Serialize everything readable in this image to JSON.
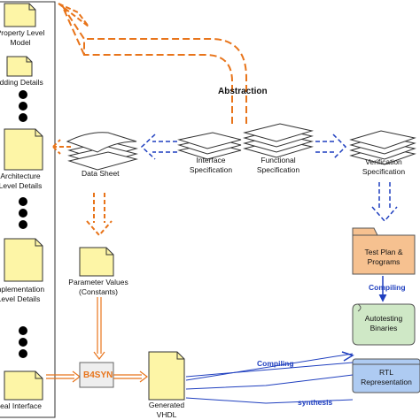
{
  "left_column": {
    "items": [
      {
        "label_lines": [
          "Property Level",
          "Model"
        ]
      },
      {
        "label_lines": [
          "Adding Details"
        ]
      },
      {
        "label_lines": [
          "Architecture",
          "Level Details"
        ]
      },
      {
        "label_lines": [
          "Implementation",
          "Level Details"
        ]
      },
      {
        "label_lines": [
          "Real Interface"
        ]
      }
    ]
  },
  "documents": {
    "data_sheet": "Data Sheet",
    "interface_spec": [
      "Interface",
      "Specification"
    ],
    "functional_spec": [
      "Functional",
      "Specification"
    ],
    "verification_spec": [
      "Verification",
      "Specification"
    ],
    "parameter_values": [
      "Parameter Values",
      "(Constants)"
    ],
    "generated_vhdl": [
      "Generated",
      "VHDL"
    ]
  },
  "tools": {
    "b4syn": "B4SYN"
  },
  "right_column": {
    "test_plan": [
      "Test Plan &",
      "Programs"
    ],
    "compiling_top": "Compiling",
    "autotesting": [
      "Autotesting",
      "Binaries"
    ],
    "rtl": [
      "RTL",
      "Representation"
    ]
  },
  "edges": {
    "abstraction": "Abstraction",
    "compiling_bottom": "Compiling",
    "synthesis": "synthesis"
  },
  "colors": {
    "doc_fill": "#fdf5a6",
    "orange": "#e8741a",
    "blue": "#1f3fbf",
    "test_plan_fill": "#f6c190",
    "auto_fill": "#cfe8c6",
    "rtl_fill": "#aecbf2"
  }
}
